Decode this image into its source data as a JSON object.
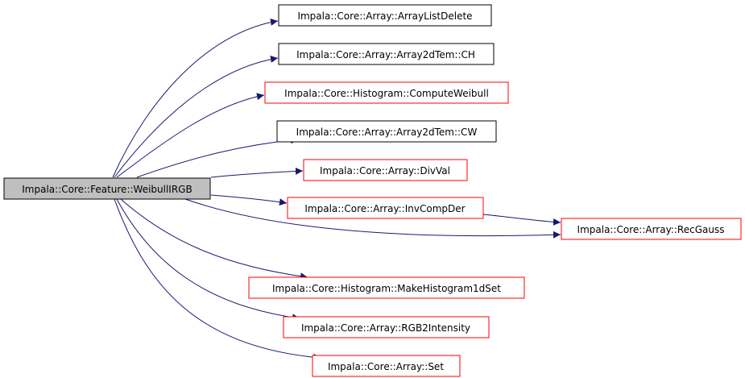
{
  "colors": {
    "edge": "#191970",
    "root_fill": "#bfbfbf",
    "documented_border": "#000000",
    "undocumented_border": "#ff0000",
    "node_fill": "#ffffff"
  },
  "root": {
    "id": "weibull-irgb",
    "label": "Impala::Core::Feature::WeibullIRGB"
  },
  "nodes": [
    {
      "id": "array-list-delete",
      "label": "Impala::Core::Array::ArrayListDelete",
      "border": "black"
    },
    {
      "id": "array2dtem-ch",
      "label": "Impala::Core::Array::Array2dTem::CH",
      "border": "black"
    },
    {
      "id": "compute-weibull",
      "label": "Impala::Core::Histogram::ComputeWeibull",
      "border": "red"
    },
    {
      "id": "array2dtem-cw",
      "label": "Impala::Core::Array::Array2dTem::CW",
      "border": "black"
    },
    {
      "id": "div-val",
      "label": "Impala::Core::Array::DivVal",
      "border": "red"
    },
    {
      "id": "inv-comp-der",
      "label": "Impala::Core::Array::InvCompDer",
      "border": "red"
    },
    {
      "id": "rec-gauss",
      "label": "Impala::Core::Array::RecGauss",
      "border": "red"
    },
    {
      "id": "make-histogram-1d-set",
      "label": "Impala::Core::Histogram::MakeHistogram1dSet",
      "border": "red"
    },
    {
      "id": "rgb2-intensity",
      "label": "Impala::Core::Array::RGB2Intensity",
      "border": "red"
    },
    {
      "id": "array-set",
      "label": "Impala::Core::Array::Set",
      "border": "red"
    }
  ],
  "edges": [
    {
      "from": "weibull-irgb",
      "to": "array-list-delete"
    },
    {
      "from": "weibull-irgb",
      "to": "array2dtem-ch"
    },
    {
      "from": "weibull-irgb",
      "to": "compute-weibull"
    },
    {
      "from": "weibull-irgb",
      "to": "array2dtem-cw"
    },
    {
      "from": "weibull-irgb",
      "to": "div-val"
    },
    {
      "from": "weibull-irgb",
      "to": "inv-comp-der"
    },
    {
      "from": "weibull-irgb",
      "to": "rec-gauss"
    },
    {
      "from": "inv-comp-der",
      "to": "rec-gauss"
    },
    {
      "from": "weibull-irgb",
      "to": "make-histogram-1d-set"
    },
    {
      "from": "weibull-irgb",
      "to": "rgb2-intensity"
    },
    {
      "from": "weibull-irgb",
      "to": "array-set"
    }
  ]
}
